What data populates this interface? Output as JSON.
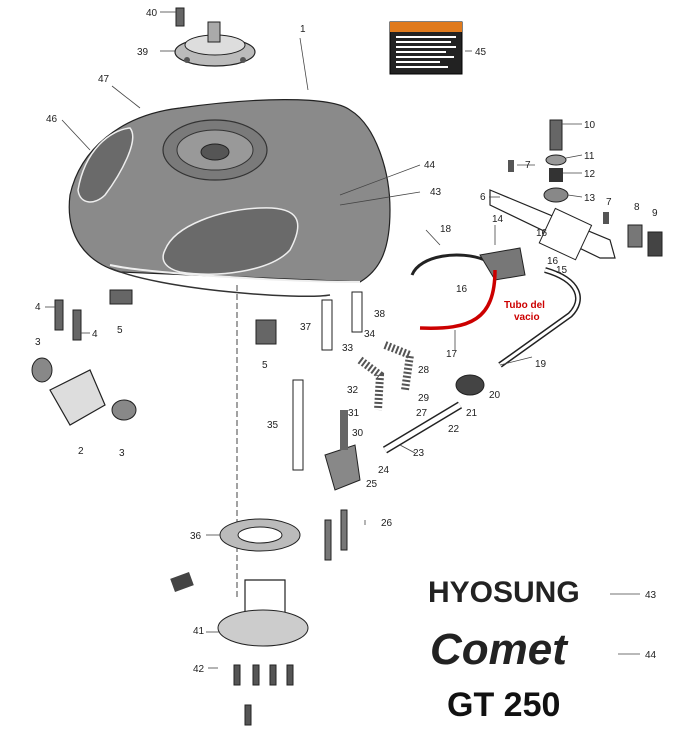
{
  "callouts": [
    "40",
    "39",
    "1",
    "47",
    "46",
    "45",
    "10",
    "11",
    "12",
    "13",
    "7",
    "6",
    "7",
    "8",
    "9",
    "44",
    "43",
    "4",
    "4",
    "3",
    "5",
    "2",
    "3",
    "5",
    "18",
    "14",
    "16",
    "16",
    "15",
    "16",
    "17",
    "19",
    "20",
    "21",
    "22",
    "23",
    "24",
    "25",
    "26",
    "27",
    "28",
    "29",
    "30",
    "31",
    "32",
    "33",
    "34",
    "35",
    "36",
    "37",
    "38",
    "41",
    "42",
    "43",
    "44"
  ],
  "annotation": {
    "line1": "Tubo del",
    "line2": "vacio"
  },
  "brand": {
    "maker": "HYOSUNG",
    "model": "Comet",
    "code": "GT 250"
  },
  "colors": {
    "annotation": "#cc0000",
    "hose": "#cc0000"
  }
}
